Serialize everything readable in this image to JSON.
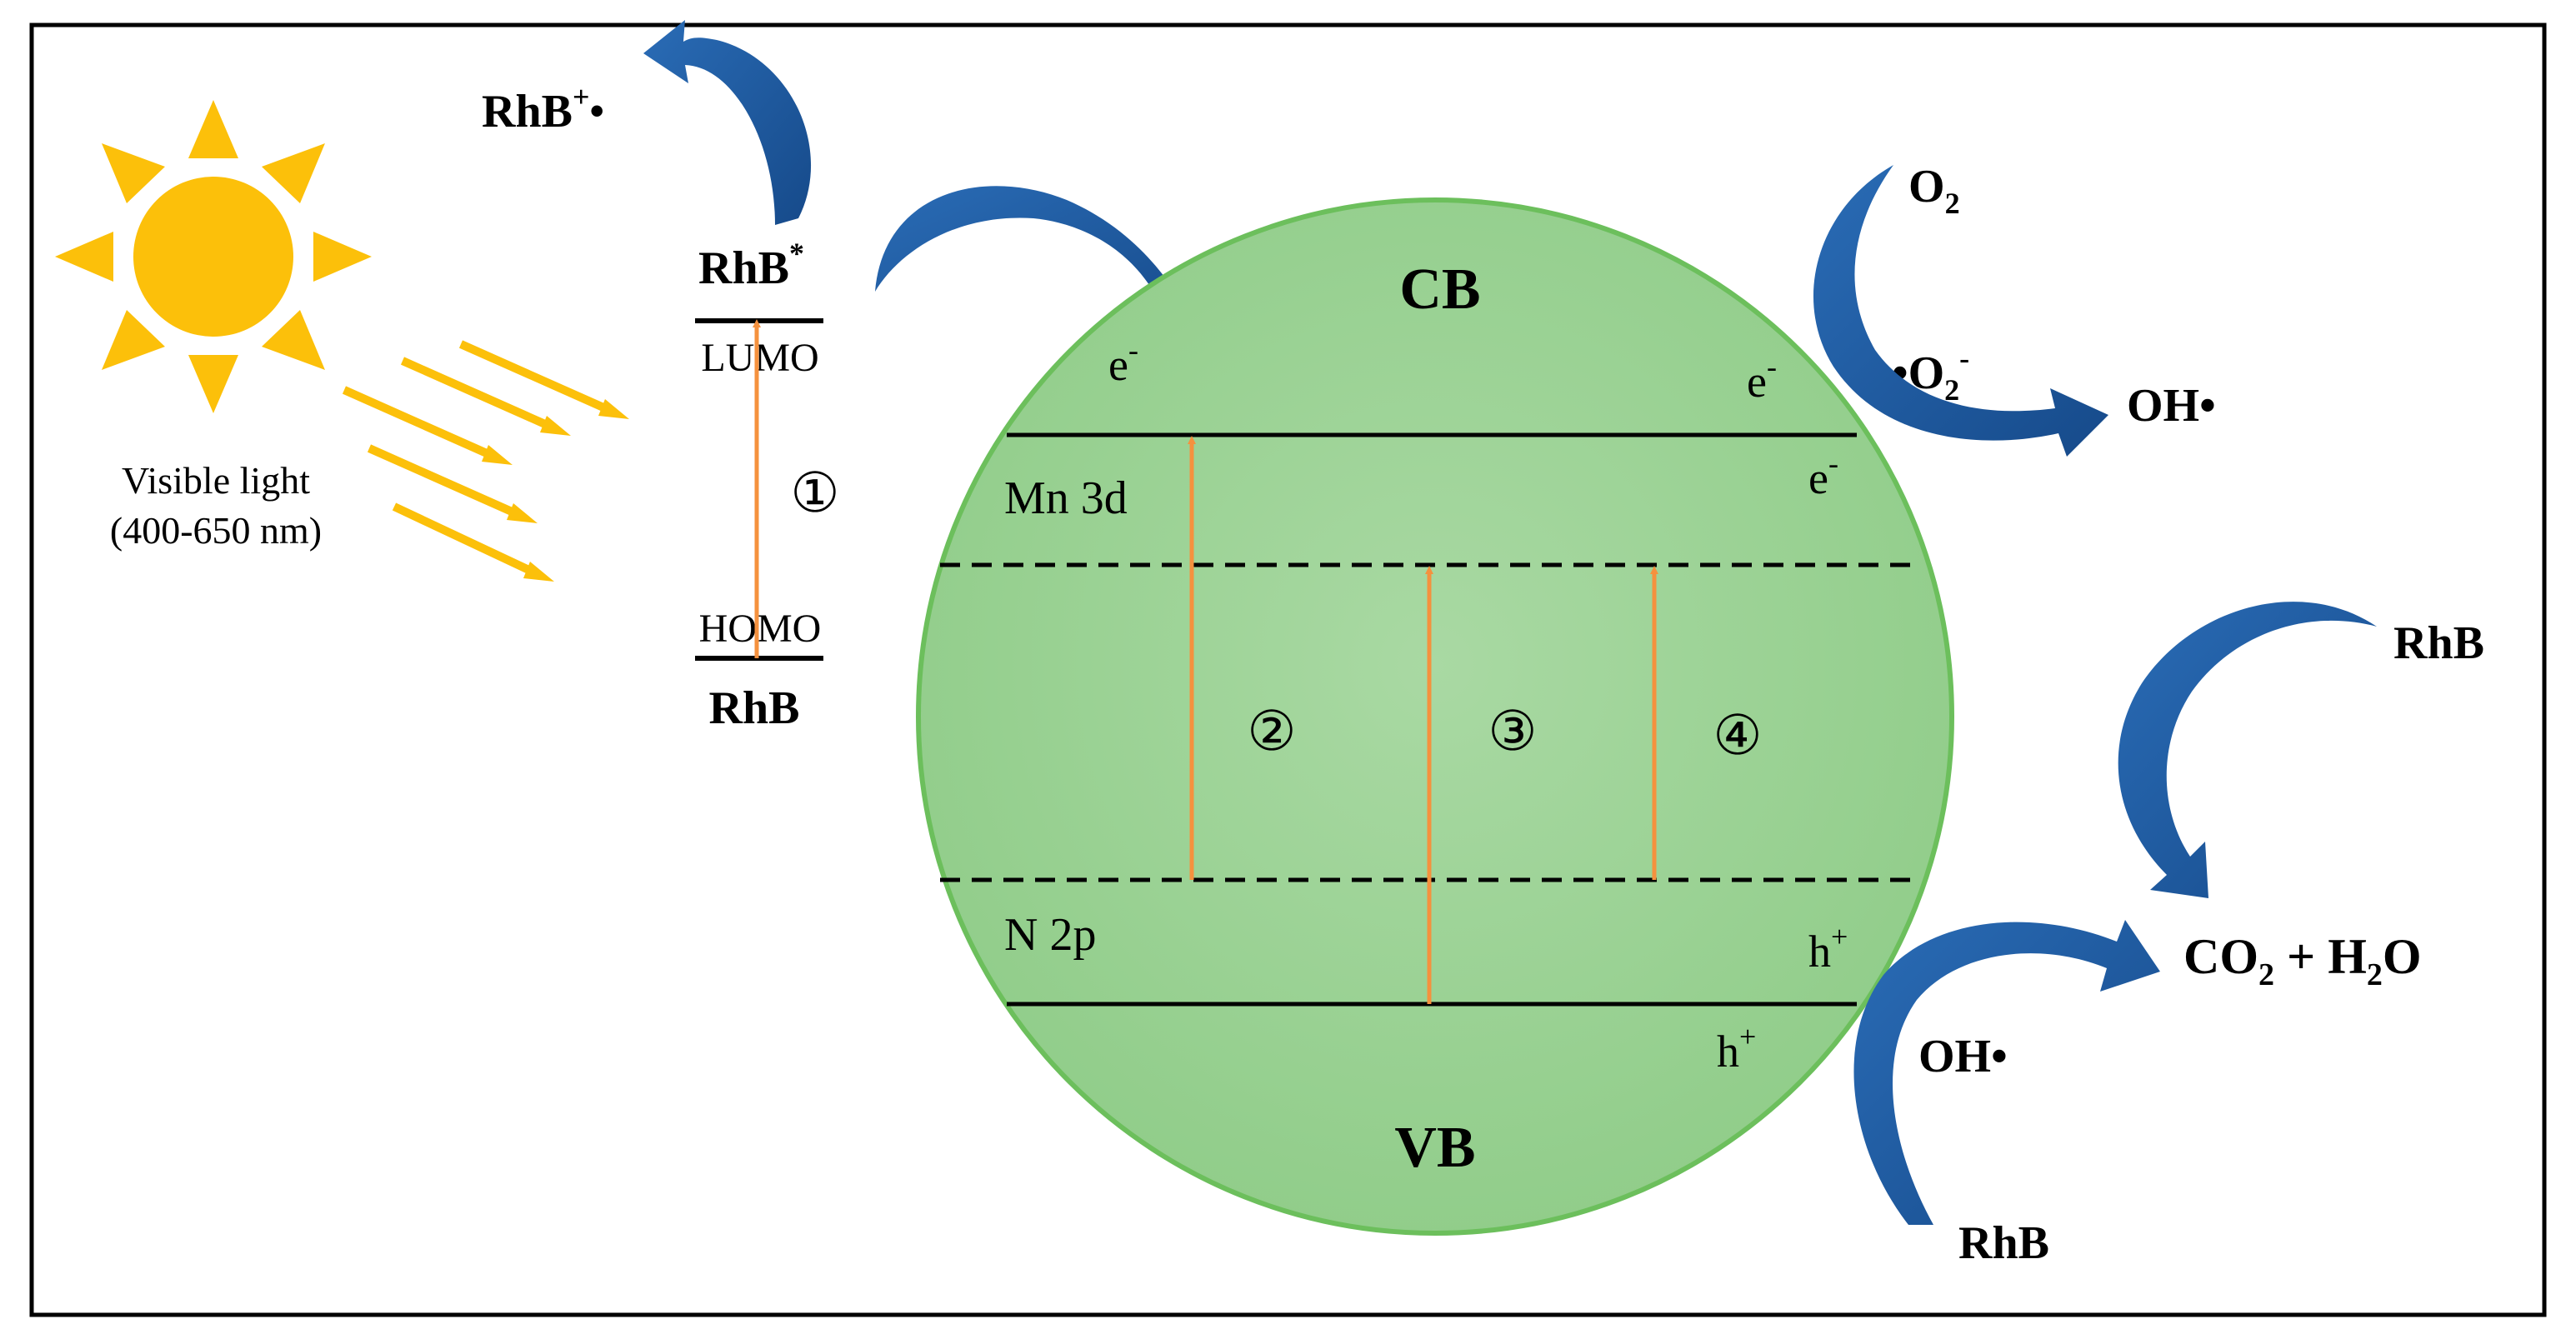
{
  "light": {
    "label_line1": "Visible light",
    "label_line2": "(400-650 nm)"
  },
  "dye": {
    "radical_base": "RhB",
    "radical_charge": "+",
    "radical_dot": "•",
    "excited_base": "RhB",
    "excited_mark": "*",
    "lumo": "LUMO",
    "homo": "HOMO",
    "ground": "RhB"
  },
  "particle": {
    "cb": "CB",
    "vb": "VB",
    "mn_level": "Mn 3d",
    "n_level": "N 2p",
    "electron_base": "e",
    "electron_sign": "-",
    "hole_base": "h",
    "hole_sign": "+"
  },
  "transitions": [
    "①",
    "②",
    "③",
    "④"
  ],
  "reactions": {
    "o2_base": "O",
    "o2_sub": "2",
    "superoxide_dot": "•",
    "superoxide_base": "O",
    "superoxide_sub": "2",
    "superoxide_sign": "-",
    "oh_radical_top": "OH•",
    "rhb_top_right": "RhB",
    "products_co": "CO",
    "products_co_sub": "2",
    "products_plus": " + H",
    "products_h_sub": "2",
    "products_o": "O",
    "oh_radical_bottom": "OH•",
    "rhb_bottom": "RhB"
  },
  "colors": {
    "sphere_fill": "#9fd39a",
    "sphere_stroke": "#6cbf5c",
    "transition_arrow": "#f5913e",
    "sun": "#fcc00a",
    "reaction_arrow": "#1f5fa6"
  }
}
